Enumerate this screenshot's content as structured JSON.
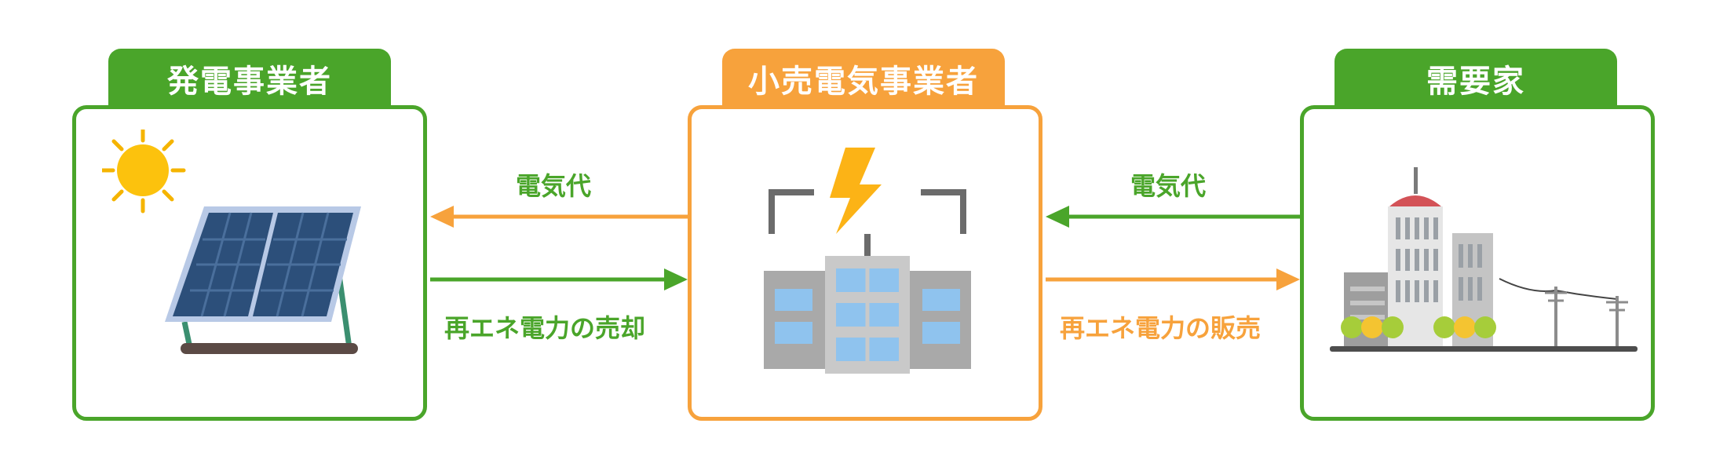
{
  "colors": {
    "green": "#4aa52a",
    "orange": "#f7a23c"
  },
  "nodes": {
    "generator": {
      "title": "発電事業者",
      "icon": "solar-panel-icon"
    },
    "retailer": {
      "title": "小売電気事業者",
      "icon": "power-plant-icon"
    },
    "consumer": {
      "title": "需要家",
      "icon": "city-buildings-icon"
    }
  },
  "flows": {
    "retailer_to_generator_payment": "電気代",
    "generator_to_retailer_sale": "再エネ電力の売却",
    "consumer_to_retailer_payment": "電気代",
    "retailer_to_consumer_sale": "再エネ電力の販売"
  }
}
